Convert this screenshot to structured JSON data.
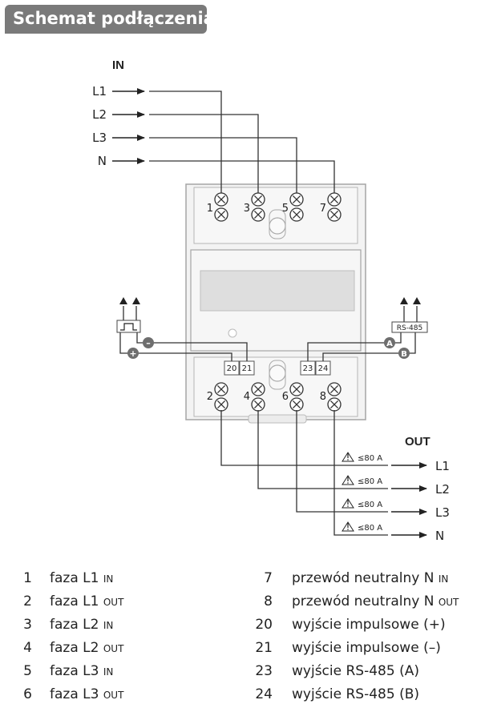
{
  "title": "Schemat podłączenia",
  "diagram": {
    "in_label": "IN",
    "out_label": "OUT",
    "inputs": [
      "L1",
      "L2",
      "L3",
      "N"
    ],
    "outputs": [
      "L1",
      "L2",
      "L3",
      "N"
    ],
    "top_terminals": [
      "1",
      "3",
      "5",
      "7"
    ],
    "bottom_terminals": [
      "2",
      "4",
      "6",
      "8"
    ],
    "aux_terminals": [
      "20",
      "21",
      "23",
      "24"
    ],
    "rs485_label": "RS-485",
    "port_a": "A",
    "port_b": "B",
    "plus_sign": "+",
    "minus_sign": "–",
    "fuse_rating": "≤80 A",
    "colors": {
      "line": "#333333",
      "device_fill": "#f2f2f2",
      "device_stroke": "#9a9a9a",
      "display": "#dcdcdc",
      "badge": "#6e6e6e"
    }
  },
  "legend": {
    "left": [
      {
        "num": "1",
        "text": "faza L1",
        "sub": "IN"
      },
      {
        "num": "2",
        "text": "faza L1",
        "sub": "OUT"
      },
      {
        "num": "3",
        "text": "faza L2",
        "sub": "IN"
      },
      {
        "num": "4",
        "text": "faza L2",
        "sub": "OUT"
      },
      {
        "num": "5",
        "text": "faza L3",
        "sub": "IN"
      },
      {
        "num": "6",
        "text": "faza L3",
        "sub": "OUT"
      }
    ],
    "right": [
      {
        "num": "7",
        "text": "przewód neutralny N",
        "sub": "IN"
      },
      {
        "num": "8",
        "text": "przewód neutralny N",
        "sub": "OUT"
      },
      {
        "num": "20",
        "text": "wyjście impulsowe (+)",
        "sub": ""
      },
      {
        "num": "21",
        "text": "wyjście impulsowe (–)",
        "sub": ""
      },
      {
        "num": "23",
        "text": "wyjście RS-485 (A)",
        "sub": ""
      },
      {
        "num": "24",
        "text": "wyjście RS-485 (B)",
        "sub": ""
      }
    ]
  }
}
